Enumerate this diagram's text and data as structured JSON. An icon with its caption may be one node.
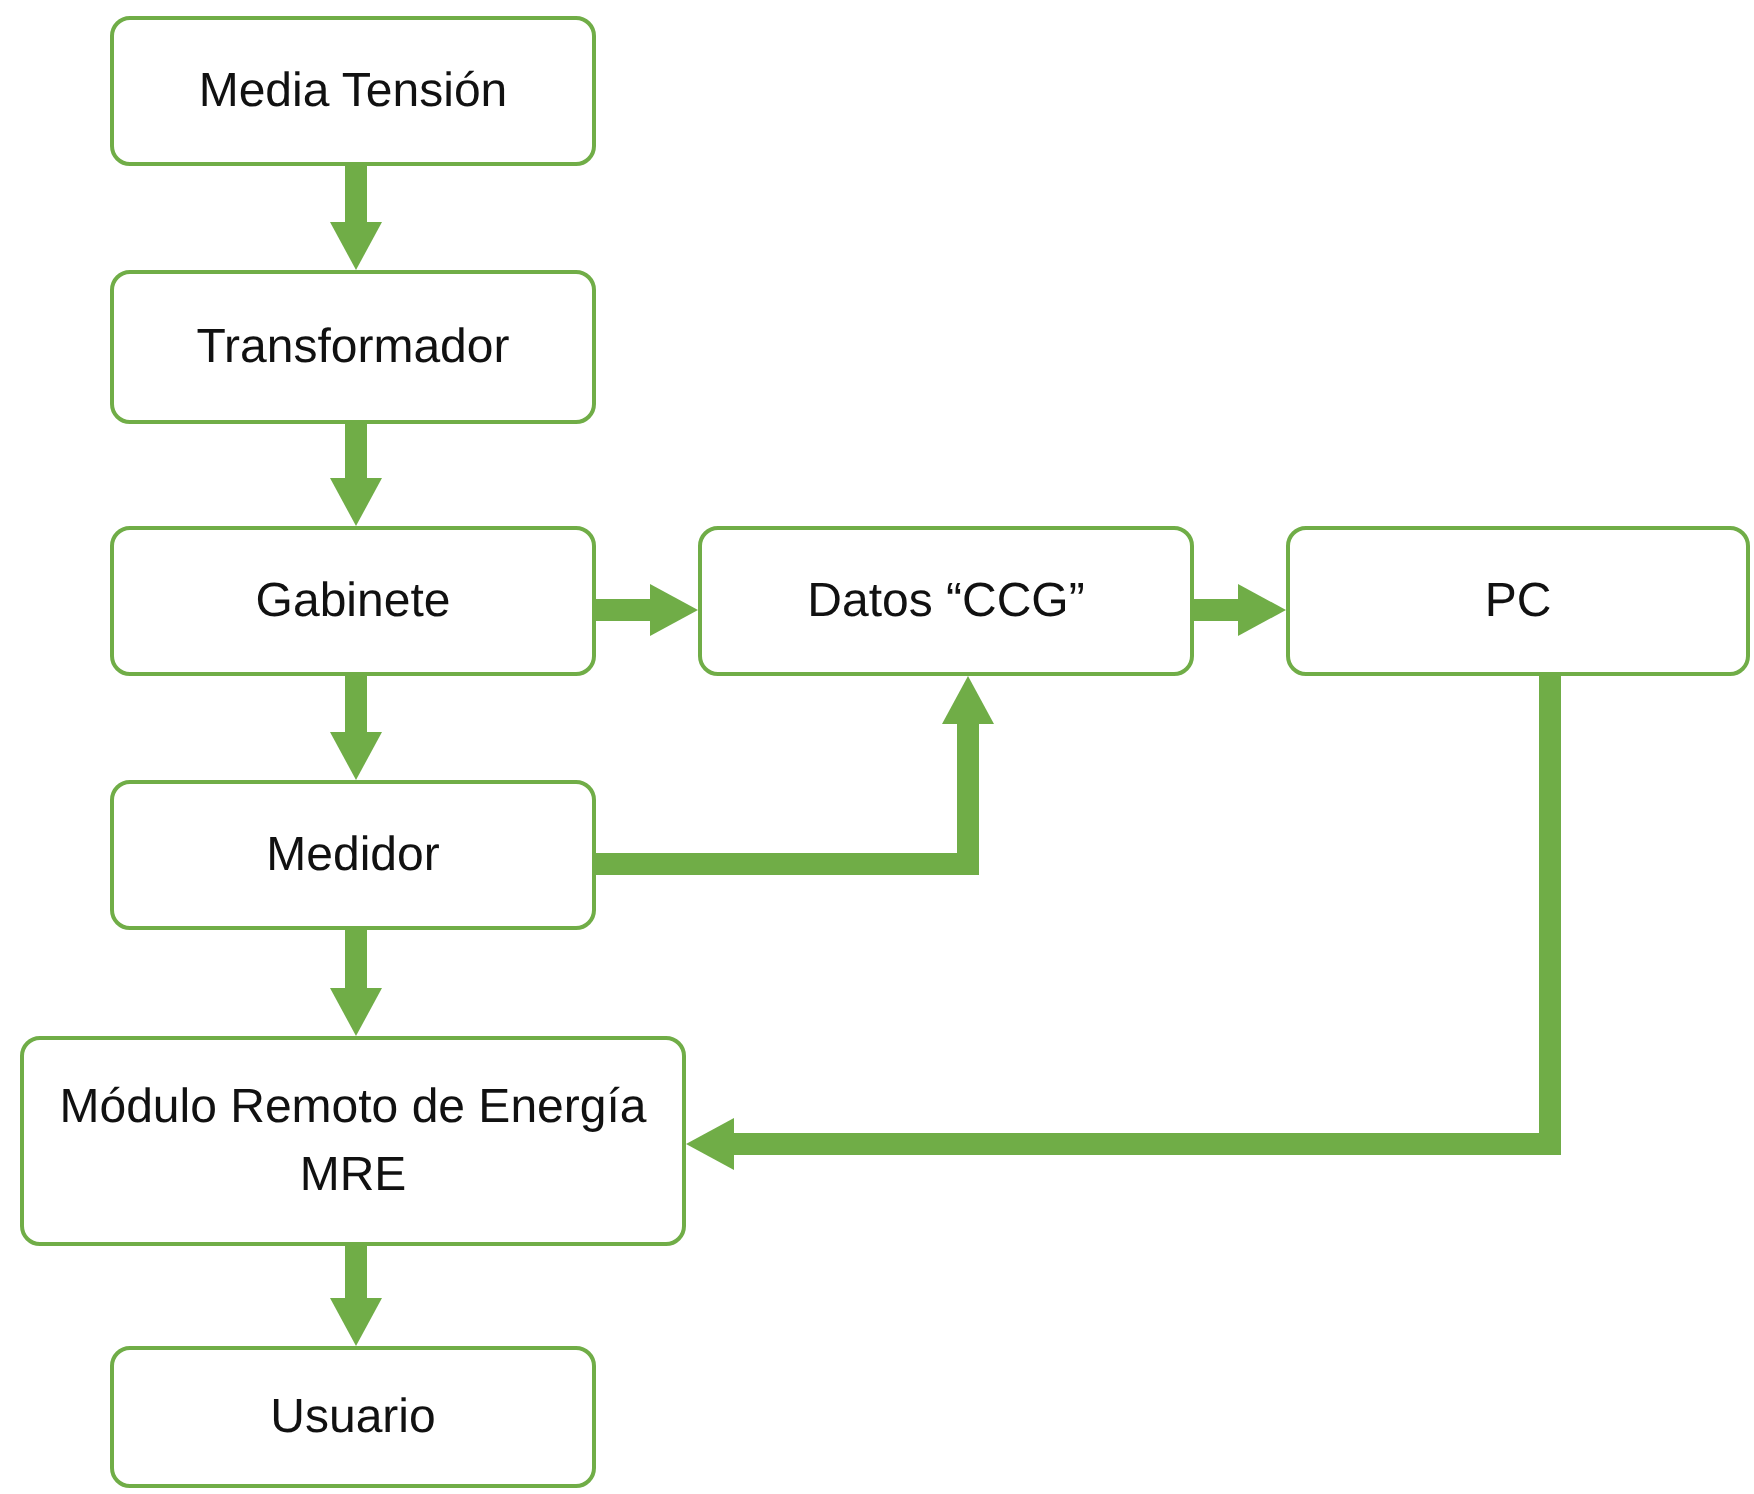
{
  "diagram": {
    "nodes": [
      {
        "text": [
          "Media Tensión"
        ]
      },
      {
        "text": [
          "Transformador"
        ]
      },
      {
        "text": [
          "Gabinete"
        ]
      },
      {
        "text": [
          "Datos “CCG”"
        ]
      },
      {
        "text": [
          "PC"
        ]
      },
      {
        "text": [
          "Medidor"
        ]
      },
      {
        "text": [
          "Módulo Remoto de Energía MRE"
        ]
      },
      {
        "text": [
          "Usuario"
        ]
      }
    ],
    "edges": [
      {
        "from": 0,
        "to": 1,
        "arrow": "to"
      },
      {
        "from": 1,
        "to": 2,
        "arrow": "to"
      },
      {
        "from": 2,
        "to": 3,
        "arrow": "to"
      },
      {
        "from": 3,
        "to": 4,
        "arrow": "to"
      },
      {
        "from": 2,
        "to": 5,
        "arrow": "to"
      },
      {
        "from": 5,
        "to": 3,
        "arrow": "to"
      },
      {
        "from": 5,
        "to": 6,
        "arrow": "to"
      },
      {
        "from": 4,
        "to": 6,
        "arrow": "to"
      },
      {
        "from": 6,
        "to": 7,
        "arrow": "to"
      }
    ]
  }
}
